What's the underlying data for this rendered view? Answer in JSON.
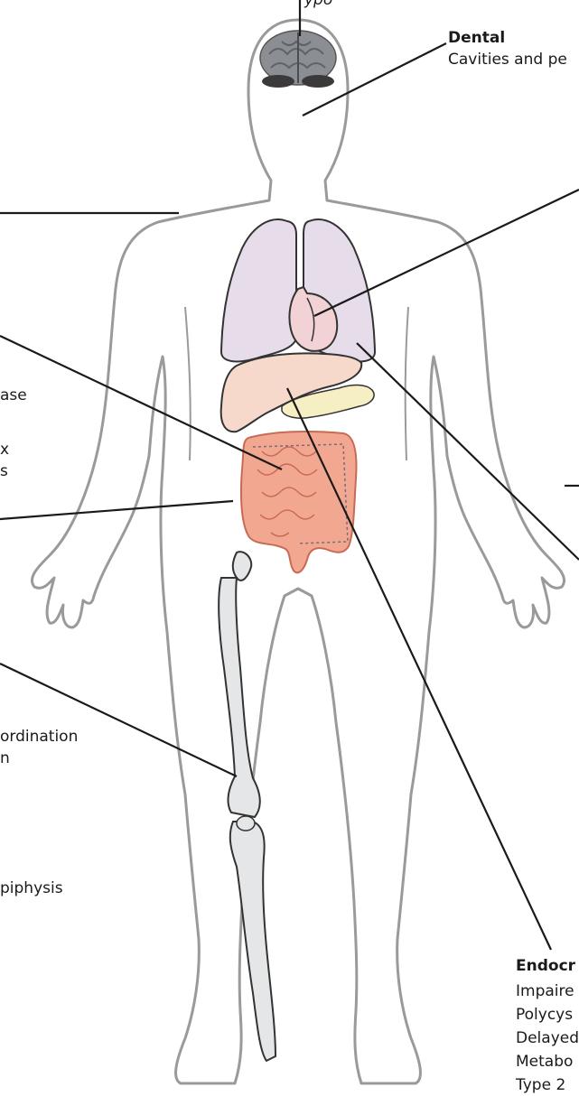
{
  "labels": {
    "top_fragment": "ypo",
    "dental_heading": "Dental",
    "dental_text": "Cavities and pe",
    "left_ase": "ase",
    "left_x": "x",
    "left_s": "s",
    "left_ordination": "ordination",
    "left_n": "n",
    "left_piphysis": "piphysis",
    "endocrine_heading": "Endocr",
    "endocrine_items": [
      "Impaire",
      "Polycys",
      "Delayed",
      "Metabo",
      "Type 2"
    ]
  },
  "colors": {
    "outline": "#9a9a9a",
    "lungs": "#e6dcea",
    "heart": "#f2d2d4",
    "liver": "#f7d9cc",
    "pancreas": "#f6efc4",
    "intestine": "#f2a890",
    "bone": "#e4e6e8",
    "brain": "#8b8f94"
  }
}
